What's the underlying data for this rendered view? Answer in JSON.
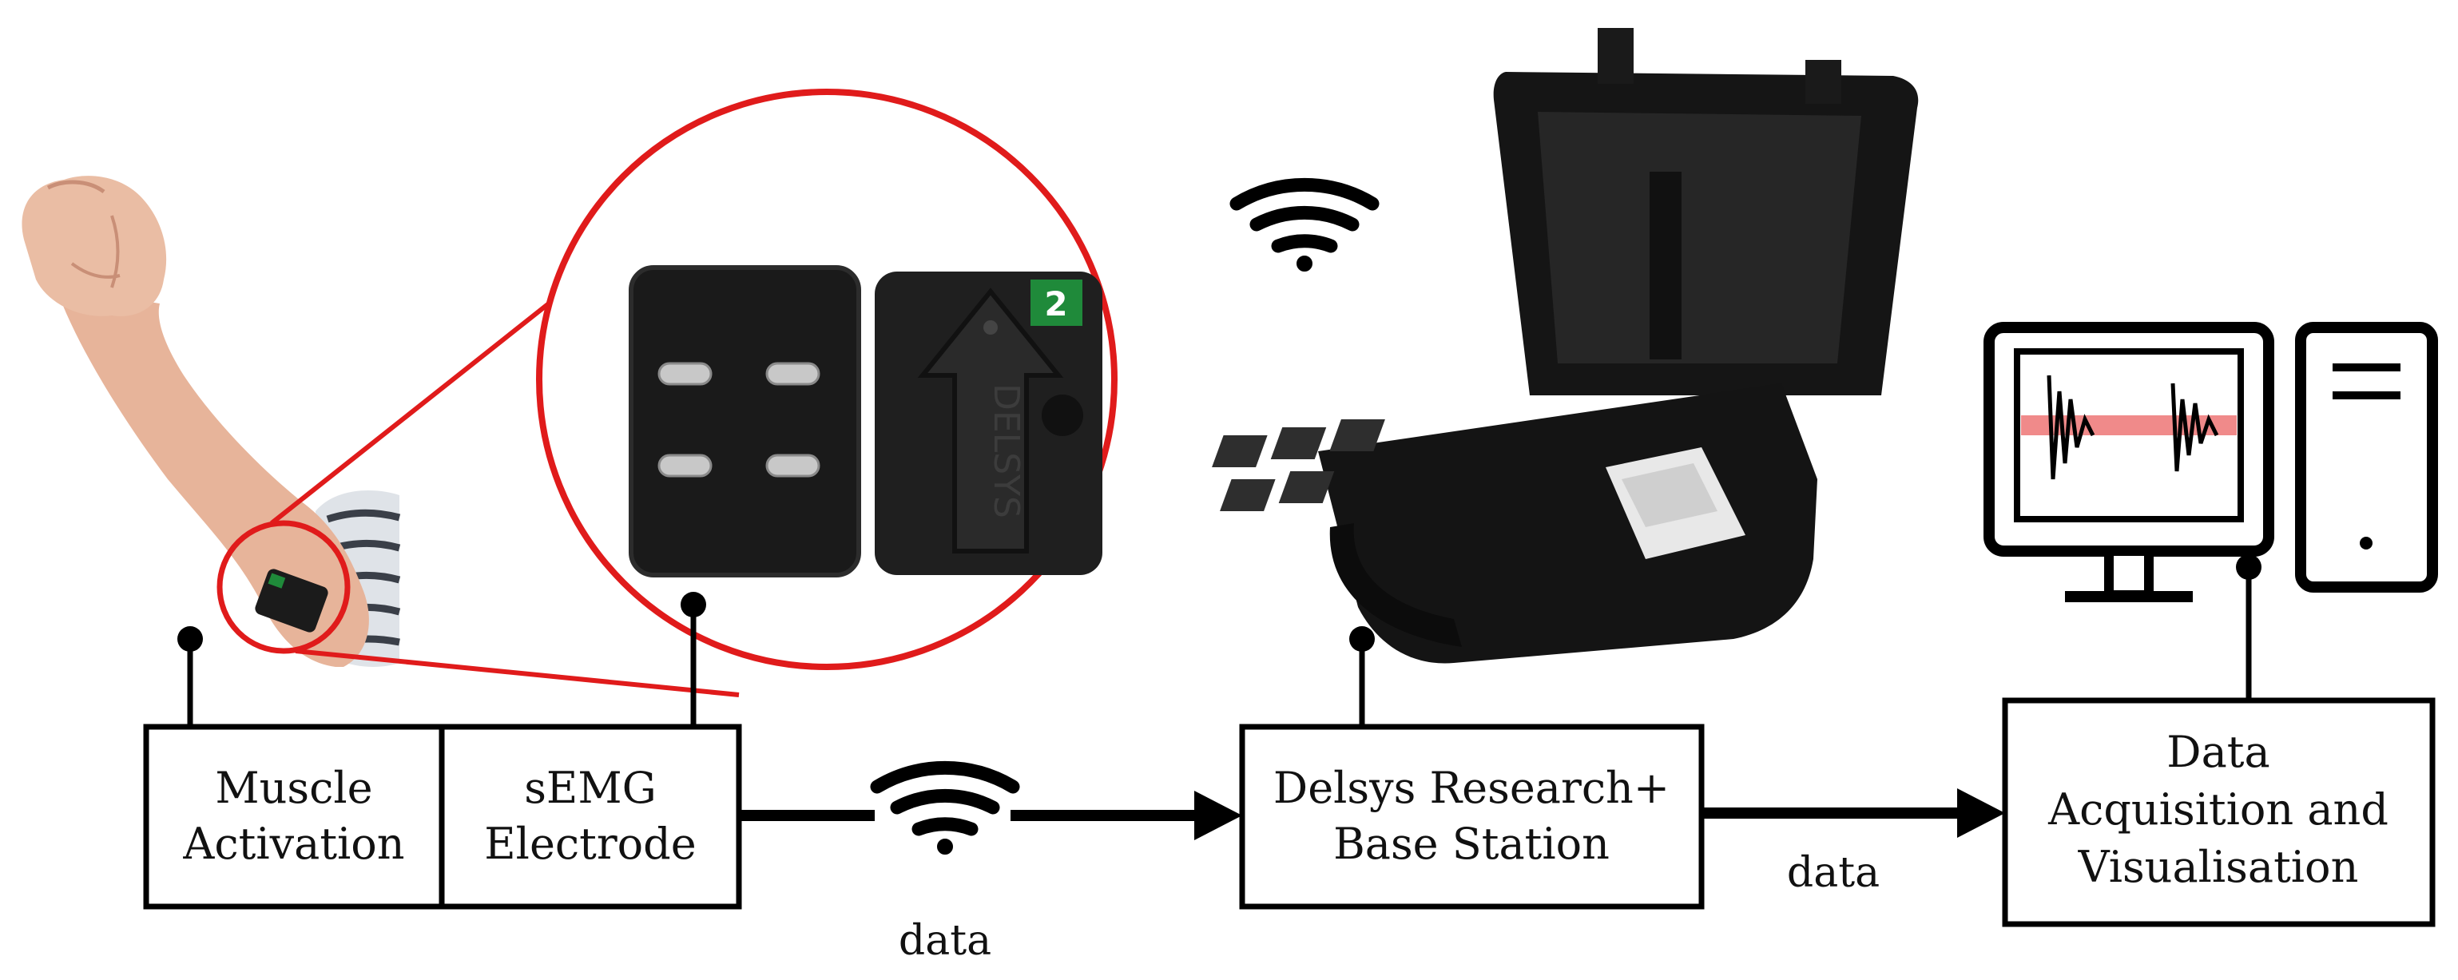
{
  "boxes": {
    "muscle_activation": [
      "Muscle",
      "Activation"
    ],
    "semg_electrode": [
      "sEMG",
      "Electrode"
    ],
    "base_station": [
      "Delsys Research+",
      "Base Station"
    ],
    "data_acquisition": [
      "Data",
      "Acquisition and",
      "Visualisation"
    ]
  },
  "arrows": {
    "wireless_label": "data",
    "wired_label": "data"
  },
  "sensor": {
    "badge_number": "2",
    "brand_text": "DELSYS"
  },
  "colors": {
    "highlight": "#e01b1b",
    "signal": "#f08a8a",
    "badge": "#1f8a3a",
    "line": "#000000",
    "skin": "#e7b49a",
    "case": "#1b1b1b"
  }
}
